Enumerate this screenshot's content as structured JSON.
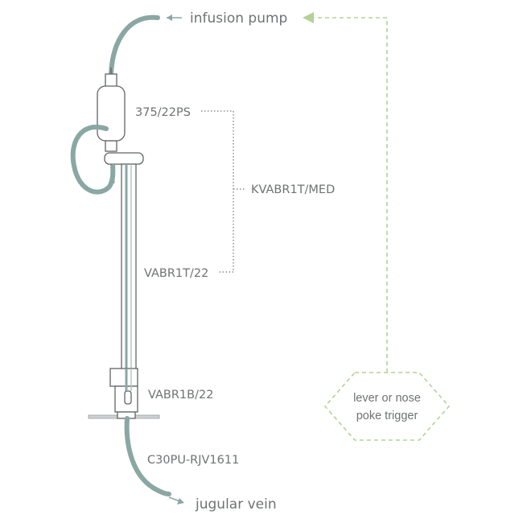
{
  "labels": {
    "infusion_pump": "infusion pump",
    "swivel_part": "375/22PS",
    "kit": "KVABR1T/MED",
    "tether": "VABR1T/22",
    "button": "VABR1B/22",
    "catheter": "C30PU-RJV1611",
    "jugular_vein": "jugular vein",
    "trigger_line1": "lever or nose",
    "trigger_line2": "poke trigger"
  },
  "colors": {
    "tubing": "#8aa7a3",
    "outline": "#606465",
    "text": "#6f7273",
    "trigger_dash": "#b6d196"
  }
}
